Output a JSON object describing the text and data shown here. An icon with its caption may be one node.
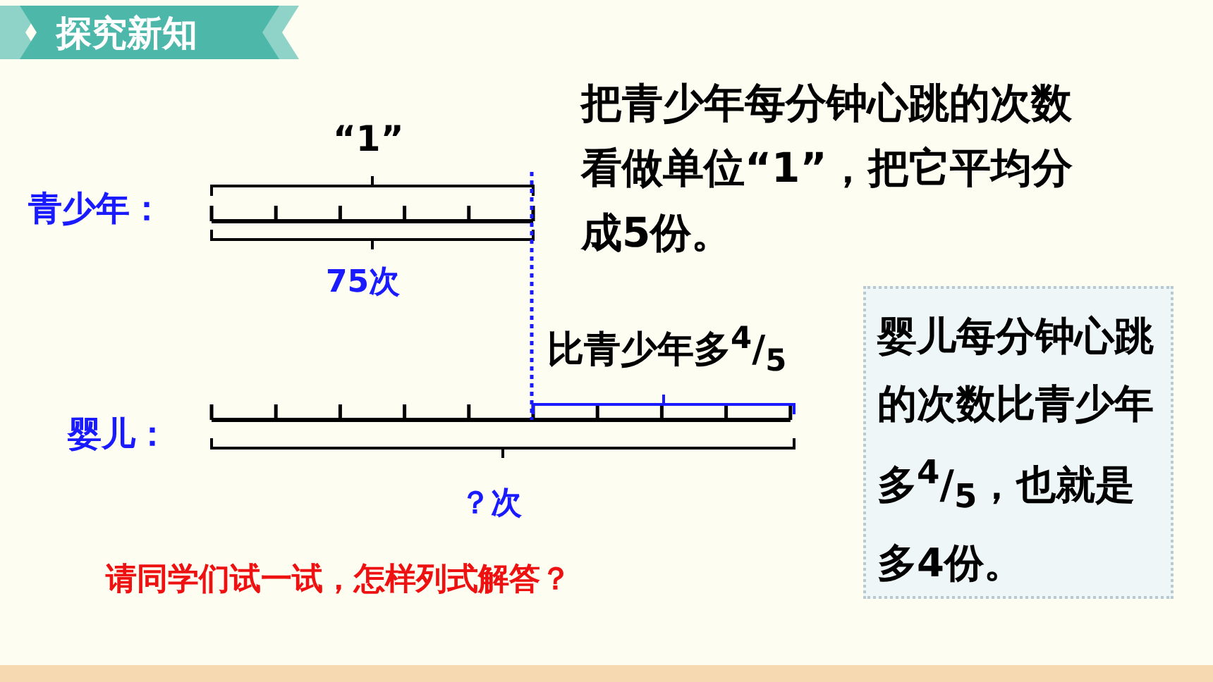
{
  "diagram": {
    "title": "探究新知",
    "nodes": [
      {
        "text": [
          "婴儿每分钟心跳的次数比青少年多$^{4}$/$_{5}$，也就是多4份。"
        ]
      }
    ],
    "labels": [
      "“1”",
      "把青少年每分钟心跳的次数看做单位“1”，把它平均分成5份。",
      "青少年：",
      "75次",
      "比青少年多$^{4}$/$_{5}$",
      "婴儿：",
      "？次",
      "请同学们试一试，怎样列式解答？"
    ]
  }
}
